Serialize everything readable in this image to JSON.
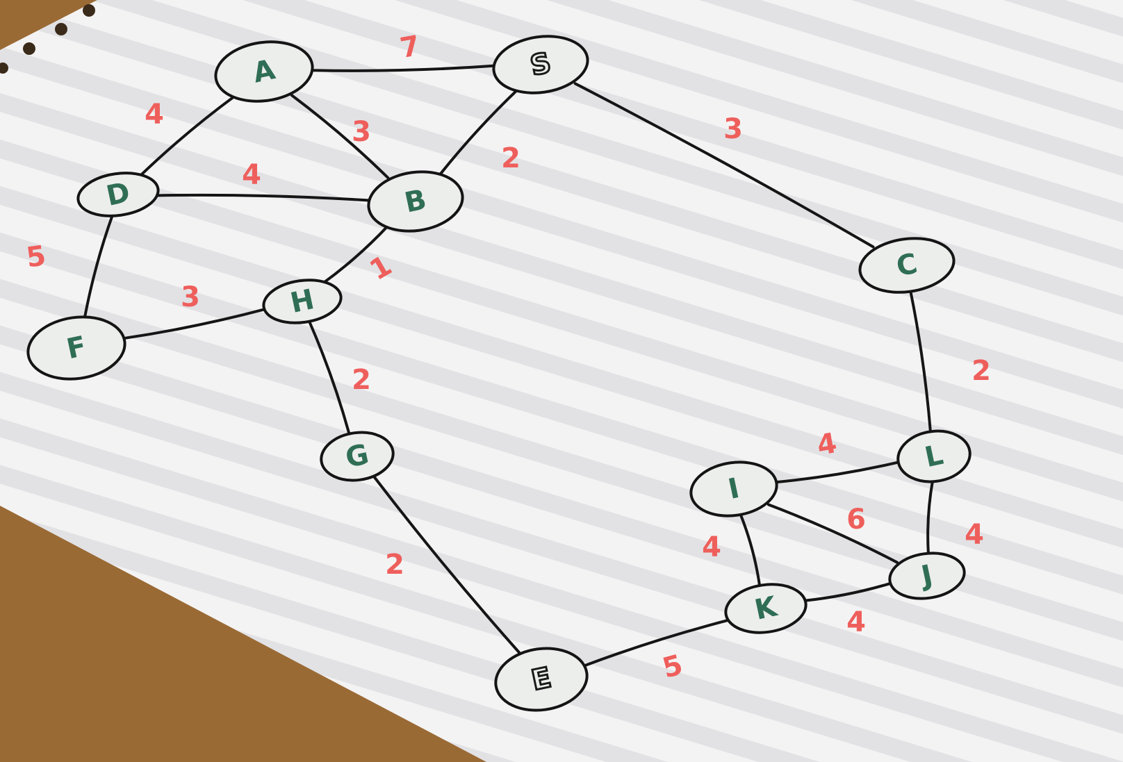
{
  "diagram": {
    "type": "weighted-undirected-graph",
    "colors": {
      "table": "#9a6a35",
      "paper": "#f4f3f3",
      "paper_stripe": "#e2e2e5",
      "node_fill": "#eceeec",
      "node_stroke": "#141414",
      "edge_stroke": "#151515",
      "green_label": "#2f6e55",
      "black_label": "#1a1a1a",
      "weight": "#ee5f5c"
    },
    "nodes": [
      {
        "id": "A",
        "label": "A",
        "style": "green"
      },
      {
        "id": "S",
        "label": "S",
        "style": "black"
      },
      {
        "id": "B",
        "label": "B",
        "style": "green"
      },
      {
        "id": "D",
        "label": "D",
        "style": "green"
      },
      {
        "id": "H",
        "label": "H",
        "style": "green"
      },
      {
        "id": "F",
        "label": "F",
        "style": "green"
      },
      {
        "id": "C",
        "label": "C",
        "style": "green"
      },
      {
        "id": "G",
        "label": "G",
        "style": "green"
      },
      {
        "id": "L",
        "label": "L",
        "style": "green"
      },
      {
        "id": "I",
        "label": "I",
        "style": "green"
      },
      {
        "id": "J",
        "label": "J",
        "style": "green"
      },
      {
        "id": "K",
        "label": "K",
        "style": "green"
      },
      {
        "id": "E",
        "label": "E",
        "style": "black"
      }
    ],
    "edges": [
      {
        "from": "A",
        "to": "S",
        "weight": "7"
      },
      {
        "from": "S",
        "to": "C",
        "weight": "3"
      },
      {
        "from": "S",
        "to": "B",
        "weight": "2"
      },
      {
        "from": "A",
        "to": "B",
        "weight": "3"
      },
      {
        "from": "A",
        "to": "D",
        "weight": "4"
      },
      {
        "from": "D",
        "to": "B",
        "weight": "4"
      },
      {
        "from": "D",
        "to": "F",
        "weight": "5"
      },
      {
        "from": "B",
        "to": "H",
        "weight": "1"
      },
      {
        "from": "F",
        "to": "H",
        "weight": "3"
      },
      {
        "from": "H",
        "to": "G",
        "weight": "2"
      },
      {
        "from": "G",
        "to": "E",
        "weight": "2"
      },
      {
        "from": "C",
        "to": "L",
        "weight": "2"
      },
      {
        "from": "I",
        "to": "L",
        "weight": "4"
      },
      {
        "from": "I",
        "to": "J",
        "weight": "6"
      },
      {
        "from": "L",
        "to": "J",
        "weight": "4"
      },
      {
        "from": "I",
        "to": "K",
        "weight": "4"
      },
      {
        "from": "K",
        "to": "J",
        "weight": "4"
      },
      {
        "from": "E",
        "to": "K",
        "weight": "5"
      }
    ]
  }
}
